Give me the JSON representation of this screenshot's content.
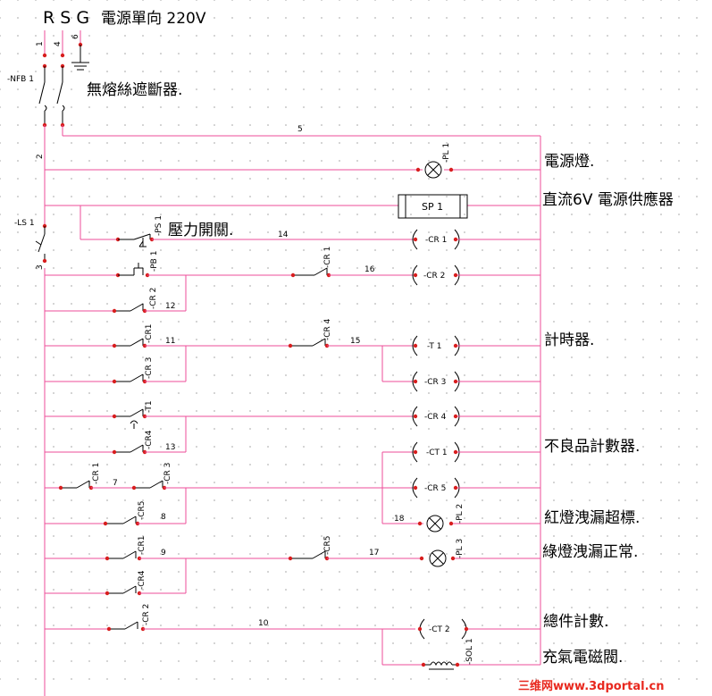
{
  "title": {
    "phases": "R S G",
    "text": "電源單向 220V"
  },
  "terminals": {
    "t1": "1",
    "t4": "4",
    "t6": "6"
  },
  "annotations": {
    "nfb": "無熔絲遮斷器.",
    "pl1": "電源燈.",
    "sp1": "直流6V 電源供應器",
    "ps1": "壓力開關.",
    "timer": "計時器.",
    "counter": "不良品計數器.",
    "red_lamp": "紅燈洩漏超標.",
    "green_lamp": "綠燈洩漏正常.",
    "total_count": "總件計數.",
    "solenoid": "充氣電磁閥."
  },
  "components": {
    "nfb": "-NFB 1",
    "ls": "-LS 1",
    "pl1": "-PL 1",
    "sp1": "SP 1",
    "ps1": "-PS 1",
    "pb1": "-PB 1",
    "cr1_coil": "-CR 1",
    "cr2_coil": "-CR 2",
    "cr1_c16": "-CR 1",
    "cr2_c12": "-CR 2",
    "cr1_c11": "-CR1",
    "cr3_c": "-CR 3",
    "cr4_c15": "-CR 4",
    "t1_coil": "-T 1",
    "cr3_coil": "-CR 3",
    "cr4_coil": "-CR 4",
    "t1_c": "-T1",
    "cr4_c13": "-CR4",
    "ct1_coil": "-CT 1",
    "cr1_c7": "-CR 1",
    "cr3_c7": "-CR 3",
    "cr5_coil": "-CR 5",
    "cr5_c8": "-CR5",
    "pl2": "-PL 2",
    "cr1_c9": "-CR1",
    "cr5_c17": "-CR5",
    "pl3": "-PL 3",
    "cr4_c9": "-CR4",
    "cr2_c10": "-CR 2",
    "ct2_coil": "-CT 2",
    "sol1": "-SOL 1"
  },
  "wires": {
    "w2": "2",
    "w3": "3",
    "w5": "5",
    "w7": "7",
    "w8": "8",
    "w9": "9",
    "w10": "10",
    "w11": "11",
    "w12": "12",
    "w13": "13",
    "w14": "14",
    "w15": "15",
    "w16": "16",
    "w17": "17",
    "w18": "18"
  },
  "watermark": "三维网www.3dportal.cn",
  "colors": {
    "wire": "#ee4d9a",
    "node": "#d81e1e",
    "symbol": "#000000"
  }
}
